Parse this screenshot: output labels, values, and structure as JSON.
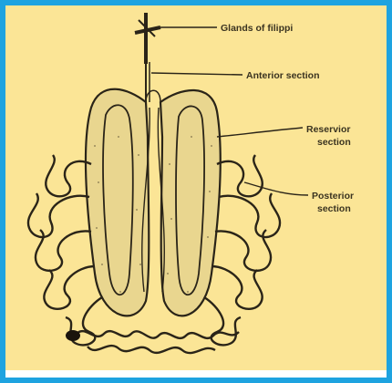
{
  "colors": {
    "frame_border": "#1ea3e0",
    "background": "#fbe596",
    "ink": "#2a2418",
    "gland_fill": "#e9d68f"
  },
  "labels": {
    "glands_of_filippi": "Glands of filippi",
    "anterior_section": "Anterior section",
    "reservoir_line1": "Reservior",
    "reservoir_line2": "section",
    "posterior_line1": "Posterior",
    "posterior_line2": "section"
  }
}
